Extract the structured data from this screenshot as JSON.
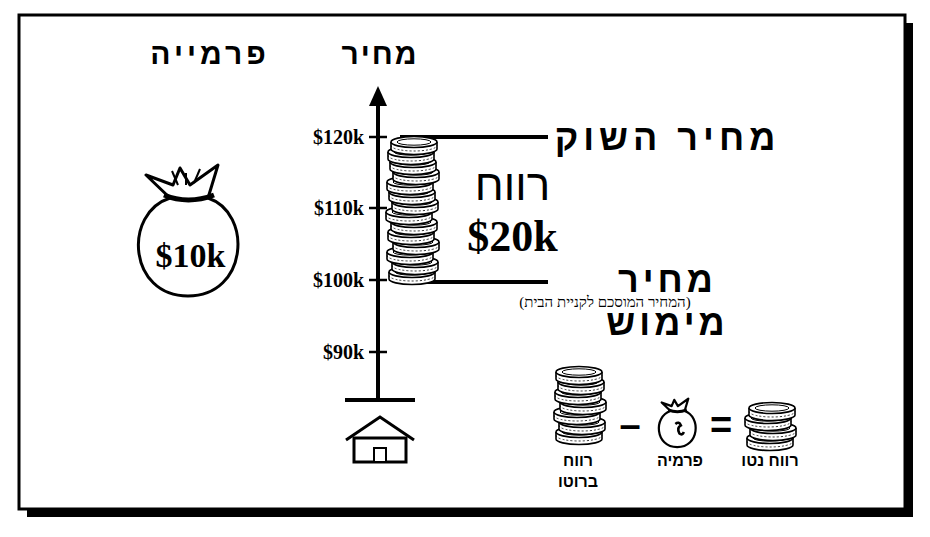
{
  "diagram": {
    "nodes": [
      {
        "text": [
          "$10k"
        ]
      }
    ],
    "labels": [
      "פרמייה",
      "מחיר",
      "$120k",
      "מחיר השוק",
      "$110k",
      "רווח",
      "$20k",
      "$100k",
      "מחיר מימוש",
      "(המחיר המוסכם לקניית הבית)",
      "$90k",
      "רווח ברוטו",
      "–",
      "פרמיה",
      "=",
      "רווח נטו"
    ]
  }
}
